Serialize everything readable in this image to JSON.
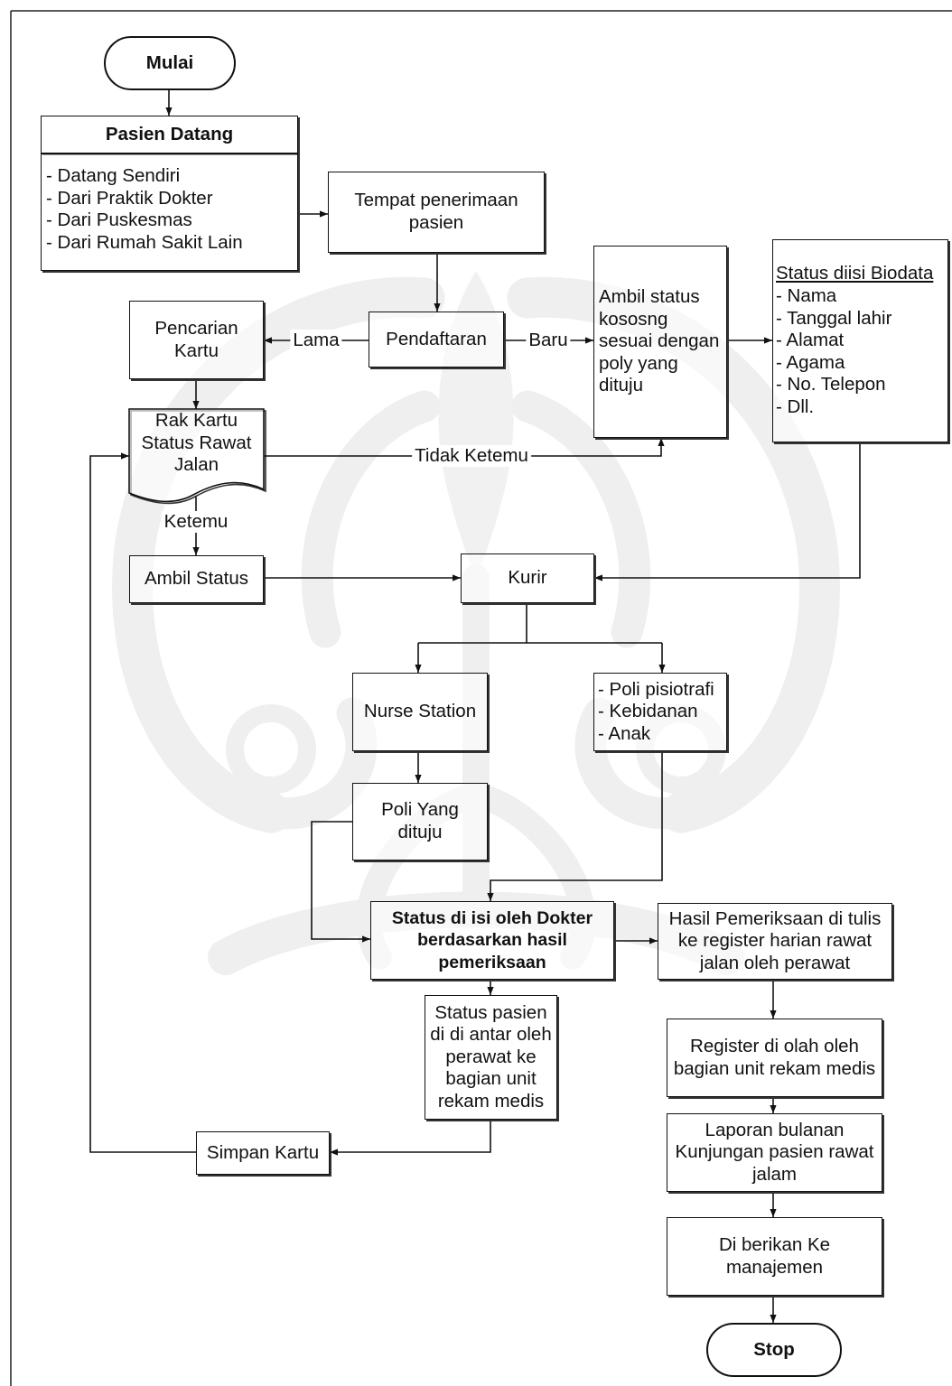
{
  "diagram": {
    "start": "Mulai",
    "pasien_datang": {
      "title": "Pasien Datang",
      "items": [
        "- Datang Sendiri",
        "- Dari Praktik Dokter",
        "- Dari Puskesmas",
        "- Dari Rumah Sakit Lain"
      ]
    },
    "tempat_penerimaan": [
      "Tempat penerimaan",
      "pasien"
    ],
    "pendaftaran": "Pendaftaran",
    "pencarian_kartu": [
      "Pencarian",
      "Kartu"
    ],
    "rak_kartu": [
      "Rak Kartu",
      "Status Rawat",
      "Jalan"
    ],
    "ambil_status_kosong": [
      "Ambil status",
      "kososng",
      "sesuai dengan",
      "poly yang",
      "dituju"
    ],
    "status_biodata": {
      "title": "Status diisi Biodata",
      "items": [
        "- Nama",
        "- Tanggal lahir",
        "- Alamat",
        "- Agama",
        "- No. Telepon",
        "- Dll."
      ]
    },
    "ambil_status": "Ambil Status",
    "kurir": "Kurir",
    "nurse_station": "Nurse Station",
    "poli_khusus": [
      "- Poli pisiotrafi",
      "- Kebidanan",
      "- Anak"
    ],
    "poli_dituju": [
      "Poli Yang",
      "dituju"
    ],
    "status_dokter": [
      "Status di isi oleh Dokter",
      "berdasarkan hasil",
      "pemeriksaan"
    ],
    "hasil_pemeriksaan": [
      "Hasil Pemeriksaan di tulis",
      "ke register harian rawat",
      "jalan oleh perawat"
    ],
    "status_pasien_antar": [
      "Status pasien",
      "di di antar oleh",
      "perawat ke",
      "bagian unit",
      "rekam medis"
    ],
    "simpan_kartu": "Simpan Kartu",
    "register_olah": [
      "Register di olah oleh",
      "bagian unit rekam medis"
    ],
    "laporan_bulanan": [
      "Laporan bulanan",
      "Kunjungan pasien rawat",
      "jalam"
    ],
    "diberikan_manajemen": [
      "Di berikan Ke",
      "manajemen"
    ],
    "end": "Stop"
  },
  "edge_labels": {
    "lama": "Lama",
    "baru": "Baru",
    "tidak_ketemu": "Tidak Ketemu",
    "ketemu": "Ketemu"
  }
}
